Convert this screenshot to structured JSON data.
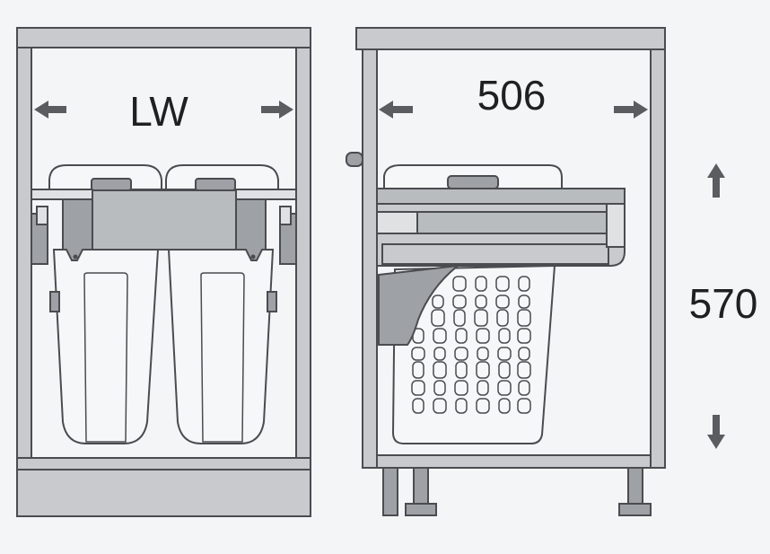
{
  "labels": {
    "left_width": "LW",
    "right_depth": "506",
    "height": "570"
  },
  "icons": {
    "arrow_left": "arrow-left-icon",
    "arrow_right": "arrow-right-icon",
    "arrow_up": "arrow-up-icon",
    "arrow_down": "arrow-down-icon"
  },
  "colors": {
    "background": "#f4f5f7",
    "frame_fill": "#c8cacd",
    "frame_stroke": "#4a4c50",
    "part_dark": "#9ea1a5",
    "part_mid": "#b9bcbf",
    "part_light": "#dfe1e3",
    "bin_fill": "#f6f7f8",
    "arrow": "#5a5c60",
    "text": "#1f2022"
  }
}
